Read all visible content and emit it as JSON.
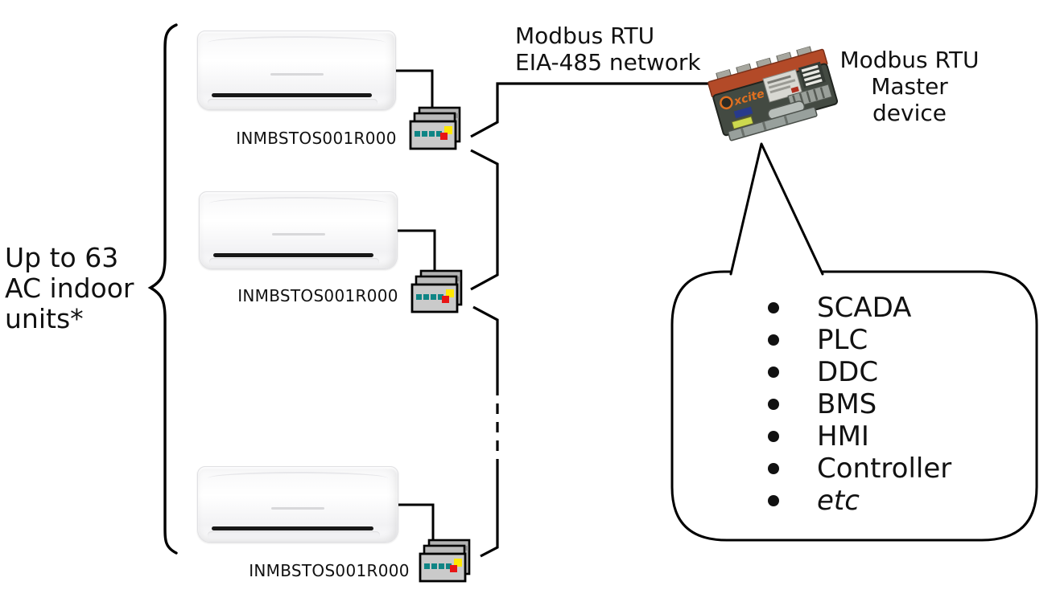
{
  "left_annotation": {
    "line1": "Up to 63",
    "line2": "AC indoor",
    "line3": "units*"
  },
  "network_label": {
    "line1": "Modbus RTU",
    "line2": "EIA-485 network"
  },
  "master_label": {
    "line1": "Modbus RTU",
    "line2": "Master",
    "line3": "device"
  },
  "device": {
    "brand": "xcite"
  },
  "units": [
    {
      "label": "INMBSTOS001R000"
    },
    {
      "label": "INMBSTOS001R000"
    },
    {
      "label": "INMBSTOS001R000"
    }
  ],
  "bubble": {
    "items": [
      "SCADA",
      "PLC",
      "DDC",
      "BMS",
      "HMI",
      "Controller",
      "etc"
    ]
  },
  "colors": {
    "line": "#000000",
    "text": "#111111",
    "gateway_teal": "#0f8585",
    "gateway_red": "#e81515",
    "gateway_yellow": "#ffe800",
    "device_orange": "#b34a28",
    "device_body": "#434a42"
  }
}
